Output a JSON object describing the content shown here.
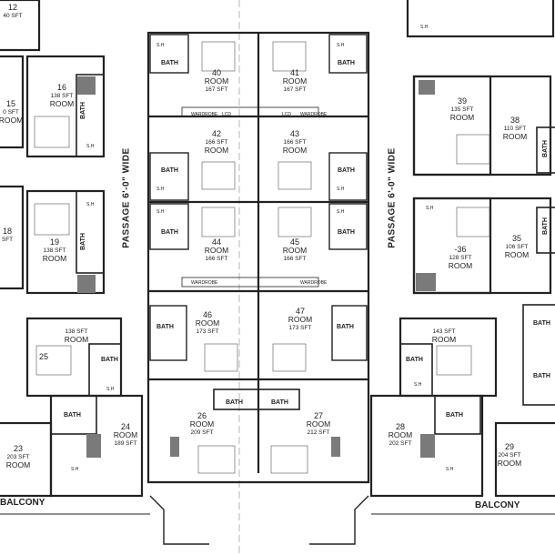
{
  "colors": {
    "wall": "#222222",
    "fill_grey": "#7a7a7a",
    "center_line": "#888888"
  },
  "labels": {
    "passage": "PASSAGE 6'-0\" WIDE",
    "balcony": "BALCONY",
    "bath": "BATH",
    "sh": "S.H",
    "room": "ROOM"
  },
  "rooms": [
    {
      "id": "12",
      "no": "12",
      "area": "40 SFT"
    },
    {
      "id": "16",
      "no": "16",
      "area": "138 SFT"
    },
    {
      "id": "15",
      "no": "15",
      "area": "0 SFT"
    },
    {
      "id": "18",
      "no": "18",
      "area": "SFT"
    },
    {
      "id": "19",
      "no": "19",
      "area": "138 SFT"
    },
    {
      "id": "40",
      "no": "40",
      "area": "167 SFT"
    },
    {
      "id": "41",
      "no": "41",
      "area": "167 SFT"
    },
    {
      "id": "42",
      "no": "42",
      "area": "166 SFT"
    },
    {
      "id": "43",
      "no": "43",
      "area": "166 SFT"
    },
    {
      "id": "44",
      "no": "44",
      "area": "166 SFT"
    },
    {
      "id": "45",
      "no": "45",
      "area": "166 SFT"
    },
    {
      "id": "46",
      "no": "46",
      "area": "173 SFT"
    },
    {
      "id": "47",
      "no": "47",
      "area": "173 SFT"
    },
    {
      "id": "39",
      "no": "39",
      "area": "135 SFT"
    },
    {
      "id": "38",
      "no": "38",
      "area": "110 SFT"
    },
    {
      "id": "36",
      "no": "-36",
      "area": "128 SFT"
    },
    {
      "id": "35",
      "no": "35",
      "area": "106 SFT"
    },
    {
      "id": "25",
      "no": "25",
      "area": "138 SFT"
    },
    {
      "id": "24",
      "no": "24",
      "area": "189 SFT"
    },
    {
      "id": "23",
      "no": "23",
      "area": "203 SFT"
    },
    {
      "id": "26",
      "no": "26",
      "area": "209 SFT"
    },
    {
      "id": "27",
      "no": "27",
      "area": "212 SFT"
    },
    {
      "id": "28",
      "no": "28",
      "area": "202 SFT"
    },
    {
      "id": "29",
      "no": "29",
      "area": "204 SFT"
    },
    {
      "id": "r",
      "no": "",
      "area": "143 SFT"
    }
  ],
  "small": {
    "wardrobe": "WARDROBE",
    "lcd": "LCD"
  }
}
